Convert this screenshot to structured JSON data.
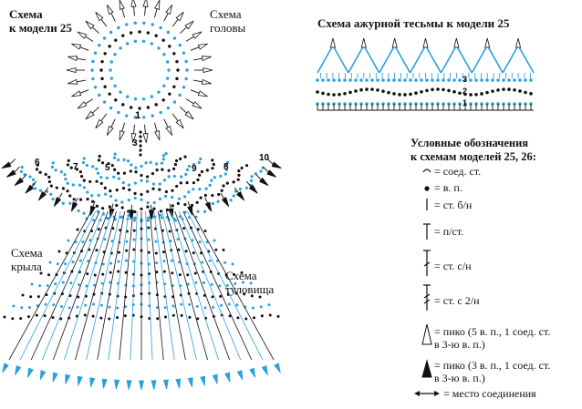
{
  "labels": {
    "model_scheme": "Схема\nк модели 25",
    "head_scheme": "Схема\nголовы",
    "wing_scheme": "Схема\nкрыла",
    "torso_scheme": "Схема\nтуловища",
    "lace_title": "Схема ажурной тесьмы к модели 25",
    "legend_title": "Условные обозначения\nк схемам моделей 25, 26:"
  },
  "wing_numbers": [
    "6",
    "7",
    "5",
    "3",
    "8",
    "9",
    "10"
  ],
  "head_number": "1",
  "lace_rows": [
    "3",
    "2",
    "1"
  ],
  "legend": [
    {
      "symbol": "arc-icon",
      "text": "= соед. ст."
    },
    {
      "symbol": "dot-icon",
      "text": "= в. п."
    },
    {
      "symbol": "sc-icon",
      "text": "= ст. б/н"
    },
    {
      "symbol": "hdc-icon",
      "text": "= п/ст."
    },
    {
      "symbol": "dc-icon",
      "text": "= ст. с/н"
    },
    {
      "symbol": "tr-icon",
      "text": "= ст. с 2/н"
    },
    {
      "symbol": "picot-5-icon",
      "text": "= пико (5 в. п., 1 соед. ст.\nв 3-ю в. п.)"
    },
    {
      "symbol": "picot-3-icon",
      "text": "= пико (3 в. п., 1 соед. ст.\nв 3-ю в. п.)"
    },
    {
      "symbol": "join-icon",
      "text": "= место соединения"
    }
  ],
  "colors": {
    "blue": "#2aa0dc",
    "black": "#111111"
  }
}
